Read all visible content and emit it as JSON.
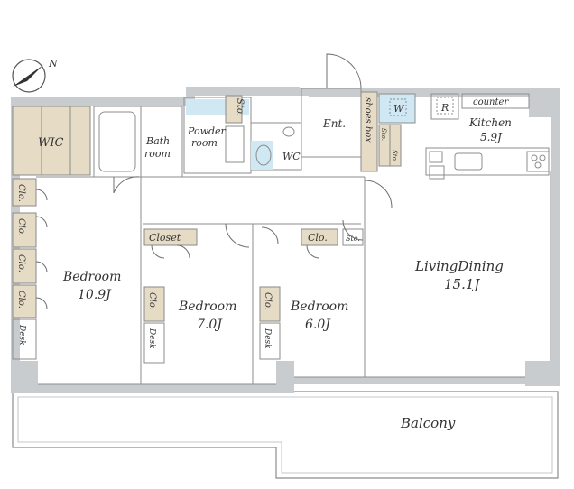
{
  "compass": {
    "label": "N"
  },
  "rooms": {
    "wic": "WIC",
    "bath": [
      "Bath",
      "room"
    ],
    "powder": [
      "Powder",
      "room"
    ],
    "sto_top": "Sto.",
    "wc": "WC",
    "entrance": "Ent.",
    "shoes_box": "shoes box",
    "sto_small_1": "Sto.",
    "sto_small_2": "Sto.",
    "washer": "W",
    "fridge": "R",
    "counter": "counter",
    "kitchen": {
      "name": "Kitchen",
      "size": "5.9J"
    },
    "closets_left": [
      "Clo.",
      "Clo.",
      "Clo.",
      "Clo."
    ],
    "desk_left": "Desk",
    "bedroom1": {
      "name": "Bedroom",
      "size": "10.9J"
    },
    "closet_b2": "Closet",
    "clo_b2": "Clo.",
    "desk_b2": "Desk",
    "bedroom2": {
      "name": "Bedroom",
      "size": "7.0J"
    },
    "clo_b3_top": "Clo.",
    "sto_b3": "Sto.",
    "clo_b3": "Clo.",
    "desk_b3": "Desk",
    "bedroom3": {
      "name": "Bedroom",
      "size": "6.0J"
    },
    "living": {
      "name": "LivingDining",
      "size": "15.1J"
    },
    "balcony": "Balcony"
  }
}
